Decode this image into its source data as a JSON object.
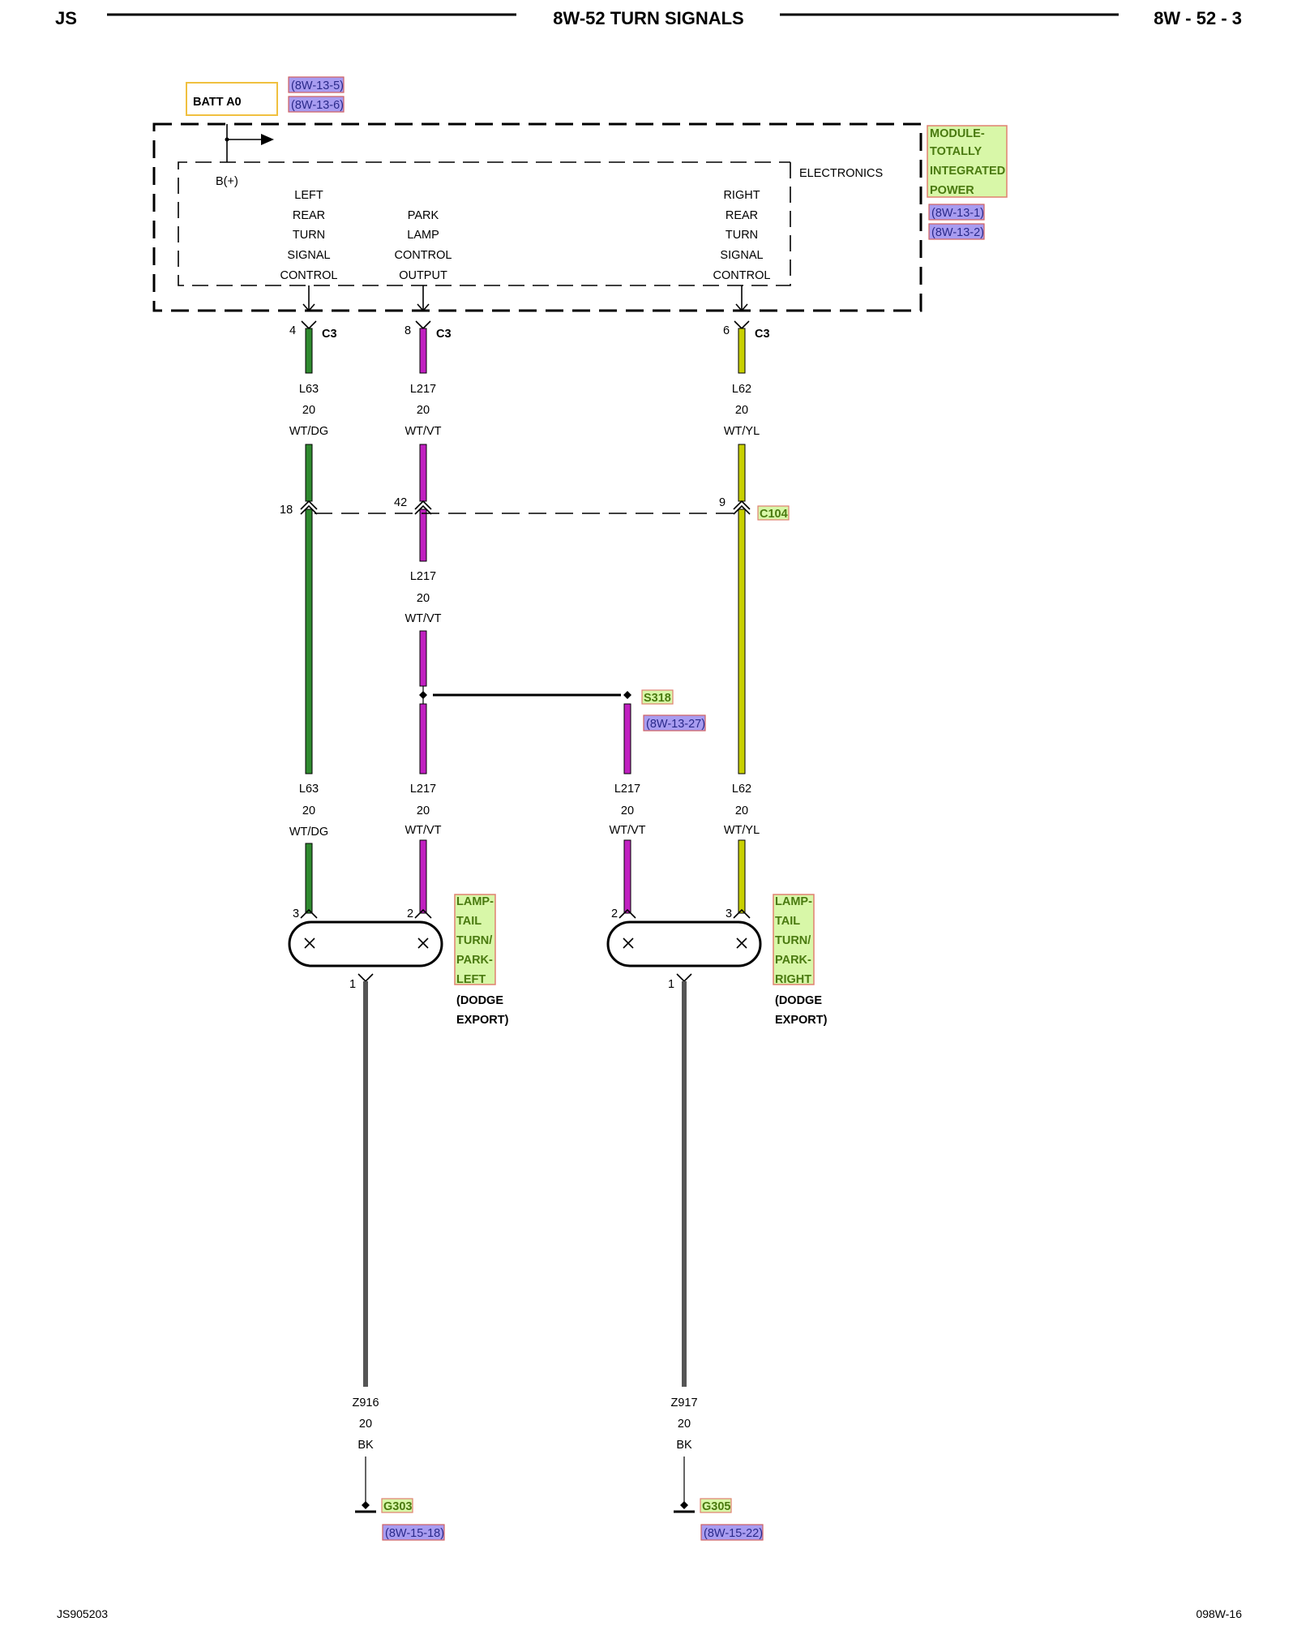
{
  "header": {
    "left": "JS",
    "title": "8W-52 TURN SIGNALS",
    "right": "8W - 52 - 3"
  },
  "footer": {
    "left": "JS905203",
    "right": "098W-16"
  },
  "power": {
    "source": "BATT A0",
    "refs": [
      "(8W-13-5)",
      "(8W-13-6)"
    ]
  },
  "module": {
    "name_lines": [
      "MODULE-",
      "TOTALLY",
      "INTEGRATED",
      "POWER"
    ],
    "refs": [
      "(8W-13-1)",
      "(8W-13-2)"
    ],
    "electronics_label": "ELECTRONICS",
    "bplus_label": "B(+)",
    "outputs": [
      {
        "lines": [
          "LEFT",
          "REAR",
          "TURN",
          "SIGNAL",
          "CONTROL"
        ],
        "pin": "4",
        "connector": "C3"
      },
      {
        "lines": [
          "PARK",
          "LAMP",
          "CONTROL",
          "OUTPUT"
        ],
        "pin": "8",
        "connector": "C3"
      },
      {
        "lines": [
          "RIGHT",
          "REAR",
          "TURN",
          "SIGNAL",
          "CONTROL"
        ],
        "pin": "6",
        "connector": "C3"
      }
    ]
  },
  "wires": {
    "upper": [
      {
        "circuit": "L63",
        "gauge": "20",
        "color": "WT/DG"
      },
      {
        "circuit": "L217",
        "gauge": "20",
        "color": "WT/VT"
      },
      {
        "circuit": "L62",
        "gauge": "20",
        "color": "WT/YL"
      }
    ],
    "mid": {
      "circuit": "L217",
      "gauge": "20",
      "color": "WT/VT"
    },
    "lower": [
      {
        "circuit": "L63",
        "gauge": "20",
        "color": "WT/DG"
      },
      {
        "circuit": "L217",
        "gauge": "20",
        "color": "WT/VT"
      },
      {
        "circuit": "L217",
        "gauge": "20",
        "color": "WT/VT"
      },
      {
        "circuit": "L62",
        "gauge": "20",
        "color": "WT/YL"
      }
    ],
    "ground": [
      {
        "circuit": "Z916",
        "gauge": "20",
        "color": "BK"
      },
      {
        "circuit": "Z917",
        "gauge": "20",
        "color": "BK"
      }
    ]
  },
  "inline_connector": {
    "name": "C104",
    "pins": [
      "18",
      "42",
      "9"
    ]
  },
  "splice": {
    "name": "S318",
    "ref": "(8W-13-27)"
  },
  "lamps": [
    {
      "name_lines": [
        "LAMP-",
        "TAIL",
        "TURN/",
        "PARK-",
        "LEFT"
      ],
      "note_lines": [
        "(DODGE",
        "EXPORT)"
      ],
      "pin_left": "3",
      "pin_right": "2",
      "ground_pin": "1"
    },
    {
      "name_lines": [
        "LAMP-",
        "TAIL",
        "TURN/",
        "PARK-",
        "RIGHT"
      ],
      "note_lines": [
        "(DODGE",
        "EXPORT)"
      ],
      "pin_left": "2",
      "pin_right": "3",
      "ground_pin": "1"
    }
  ],
  "grounds": [
    {
      "name": "G303",
      "ref": "(8W-15-18)"
    },
    {
      "name": "G305",
      "ref": "(8W-15-22)"
    }
  ],
  "colors": {
    "green_wire": "#2f8a2f",
    "violet_wire": "#c020c0",
    "yellow_wire": "#c8d000",
    "ground_wire": "#555555",
    "green_tag_bg": "#d8f7a8",
    "green_tag_border": "#e08070",
    "blue_tag_bg": "#a89cf0",
    "blue_tag_border": "#d06060",
    "source_border": "#f0c040"
  }
}
